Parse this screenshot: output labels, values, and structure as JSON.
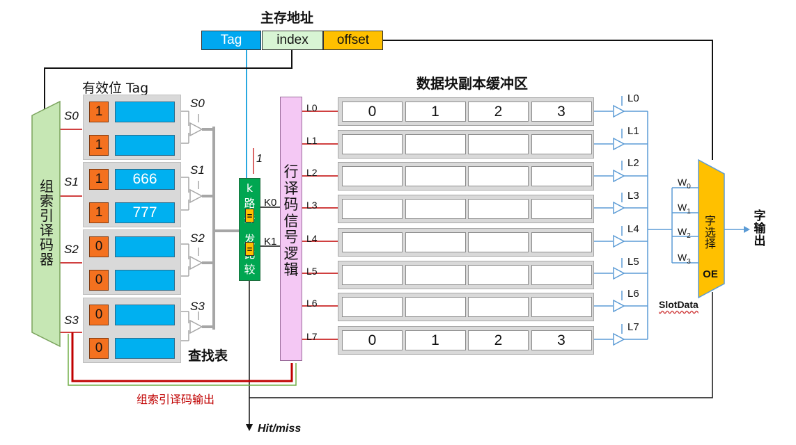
{
  "address": {
    "title": "主存地址",
    "fields": [
      "Tag",
      "index",
      "offset"
    ],
    "colors": {
      "tag": "#00a8f0",
      "index": "#d8f5d4",
      "offset": "#ffc000"
    }
  },
  "group_decoder": {
    "label": "组索引译码器",
    "chars": [
      "组",
      "索",
      "引",
      "译",
      "码",
      "器"
    ],
    "color": "#c6e7b4"
  },
  "lookup_table": {
    "header": "有效位 Tag",
    "caption": "查找表",
    "groups": [
      {
        "signal": "S0",
        "entries": [
          {
            "valid": "1",
            "tag": ""
          },
          {
            "valid": "1",
            "tag": ""
          }
        ]
      },
      {
        "signal": "S1",
        "entries": [
          {
            "valid": "1",
            "tag": "666"
          },
          {
            "valid": "1",
            "tag": "777"
          }
        ]
      },
      {
        "signal": "S2",
        "entries": [
          {
            "valid": "0",
            "tag": ""
          },
          {
            "valid": "0",
            "tag": ""
          }
        ]
      },
      {
        "signal": "S3",
        "entries": [
          {
            "valid": "0",
            "tag": ""
          },
          {
            "valid": "0",
            "tag": ""
          }
        ]
      }
    ],
    "gate_labels": [
      "S0",
      "S1",
      "S2",
      "S3"
    ]
  },
  "comparator": {
    "chars": [
      "k",
      "路",
      "并",
      "发",
      "比",
      "较"
    ],
    "eq_symbol": "=",
    "side_label": "1",
    "outputs": [
      "K0",
      "K1"
    ],
    "color": "#00a651"
  },
  "line_decoder": {
    "chars": [
      "行",
      "译",
      "码",
      "信",
      "号",
      "逻",
      "辑"
    ],
    "color": "#f4c8f4"
  },
  "buffer": {
    "title": "数据块副本缓冲区",
    "lines": [
      {
        "name": "L0",
        "cells": [
          "0",
          "1",
          "2",
          "3"
        ]
      },
      {
        "name": "L1",
        "cells": [
          "",
          "",
          "",
          ""
        ]
      },
      {
        "name": "L2",
        "cells": [
          "",
          "",
          "",
          ""
        ]
      },
      {
        "name": "L3",
        "cells": [
          "",
          "",
          "",
          ""
        ]
      },
      {
        "name": "L4",
        "cells": [
          "",
          "",
          "",
          ""
        ]
      },
      {
        "name": "L5",
        "cells": [
          "",
          "",
          "",
          ""
        ]
      },
      {
        "name": "L6",
        "cells": [
          "",
          "",
          "",
          ""
        ]
      },
      {
        "name": "L7",
        "cells": [
          "0",
          "1",
          "2",
          "3"
        ]
      }
    ],
    "buffer_labels": [
      "L0",
      "L1",
      "L2",
      "L3",
      "L4",
      "L5",
      "L6",
      "L7"
    ]
  },
  "word_select": {
    "chars": [
      "字",
      "选",
      "择"
    ],
    "oe": "OE",
    "inputs": [
      "W0",
      "W1",
      "W2",
      "W3"
    ],
    "caption": "SlotData",
    "output_chars": [
      "字",
      "输",
      "出"
    ],
    "color": "#ffc000"
  },
  "signals": {
    "decoder_output": "组索引译码输出",
    "hit_miss": "Hit/miss"
  },
  "colors": {
    "dark_red": "#c00000",
    "blue_wire": "#5b9bd5",
    "cyan_wire": "#29a8e0",
    "green_wire": "#70ad47",
    "gray_bus": "#a6a6a6"
  }
}
